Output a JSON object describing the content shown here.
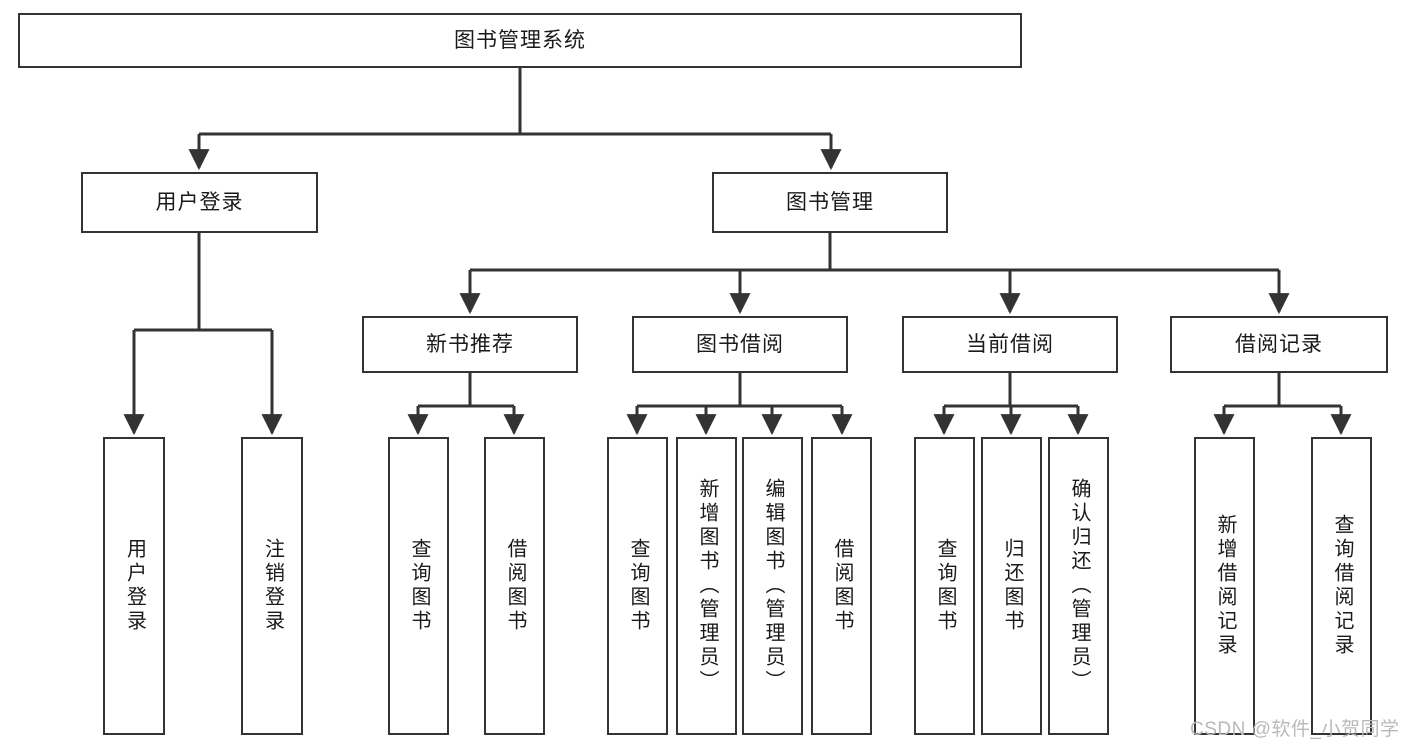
{
  "diagram": {
    "title": "图书管理系统",
    "type": "tree-hierarchy",
    "stroke_color": "#333333",
    "fill_color": "#ffffff",
    "text_color": "#1a1a1a",
    "watermark": "CSDN @软件_小贺同学",
    "watermark_color": "#b9b9b9"
  },
  "nodes": {
    "root": {
      "label": "图书管理系统"
    },
    "level2": [
      {
        "id": "user-login",
        "label": "用户登录"
      },
      {
        "id": "book-manage",
        "label": "图书管理"
      }
    ],
    "level3": [
      {
        "id": "new-book-recommend",
        "label": "新书推荐"
      },
      {
        "id": "book-borrow",
        "label": "图书借阅"
      },
      {
        "id": "current-borrow",
        "label": "当前借阅"
      },
      {
        "id": "borrow-record",
        "label": "借阅记录"
      }
    ],
    "leaves": {
      "user-login": [
        {
          "id": "leaf-user-login",
          "label": "用户登录"
        },
        {
          "id": "leaf-logout-login",
          "label": "注销登录"
        }
      ],
      "new-book-recommend": [
        {
          "id": "leaf-query-book-1",
          "label": "查询图书"
        },
        {
          "id": "leaf-borrow-book-1",
          "label": "借阅图书"
        }
      ],
      "book-borrow": [
        {
          "id": "leaf-query-book-2",
          "label": "查询图书"
        },
        {
          "id": "leaf-add-book",
          "label": "新增图书（管理员）"
        },
        {
          "id": "leaf-edit-book",
          "label": "编辑图书（管理员）"
        },
        {
          "id": "leaf-borrow-book-2",
          "label": "借阅图书"
        }
      ],
      "current-borrow": [
        {
          "id": "leaf-query-book-3",
          "label": "查询图书"
        },
        {
          "id": "leaf-return-book",
          "label": "归还图书"
        },
        {
          "id": "leaf-confirm-return",
          "label": "确认归还（管理员）"
        }
      ],
      "borrow-record": [
        {
          "id": "leaf-add-record",
          "label": "新增借阅记录"
        },
        {
          "id": "leaf-query-record",
          "label": "查询借阅记录"
        }
      ]
    }
  }
}
